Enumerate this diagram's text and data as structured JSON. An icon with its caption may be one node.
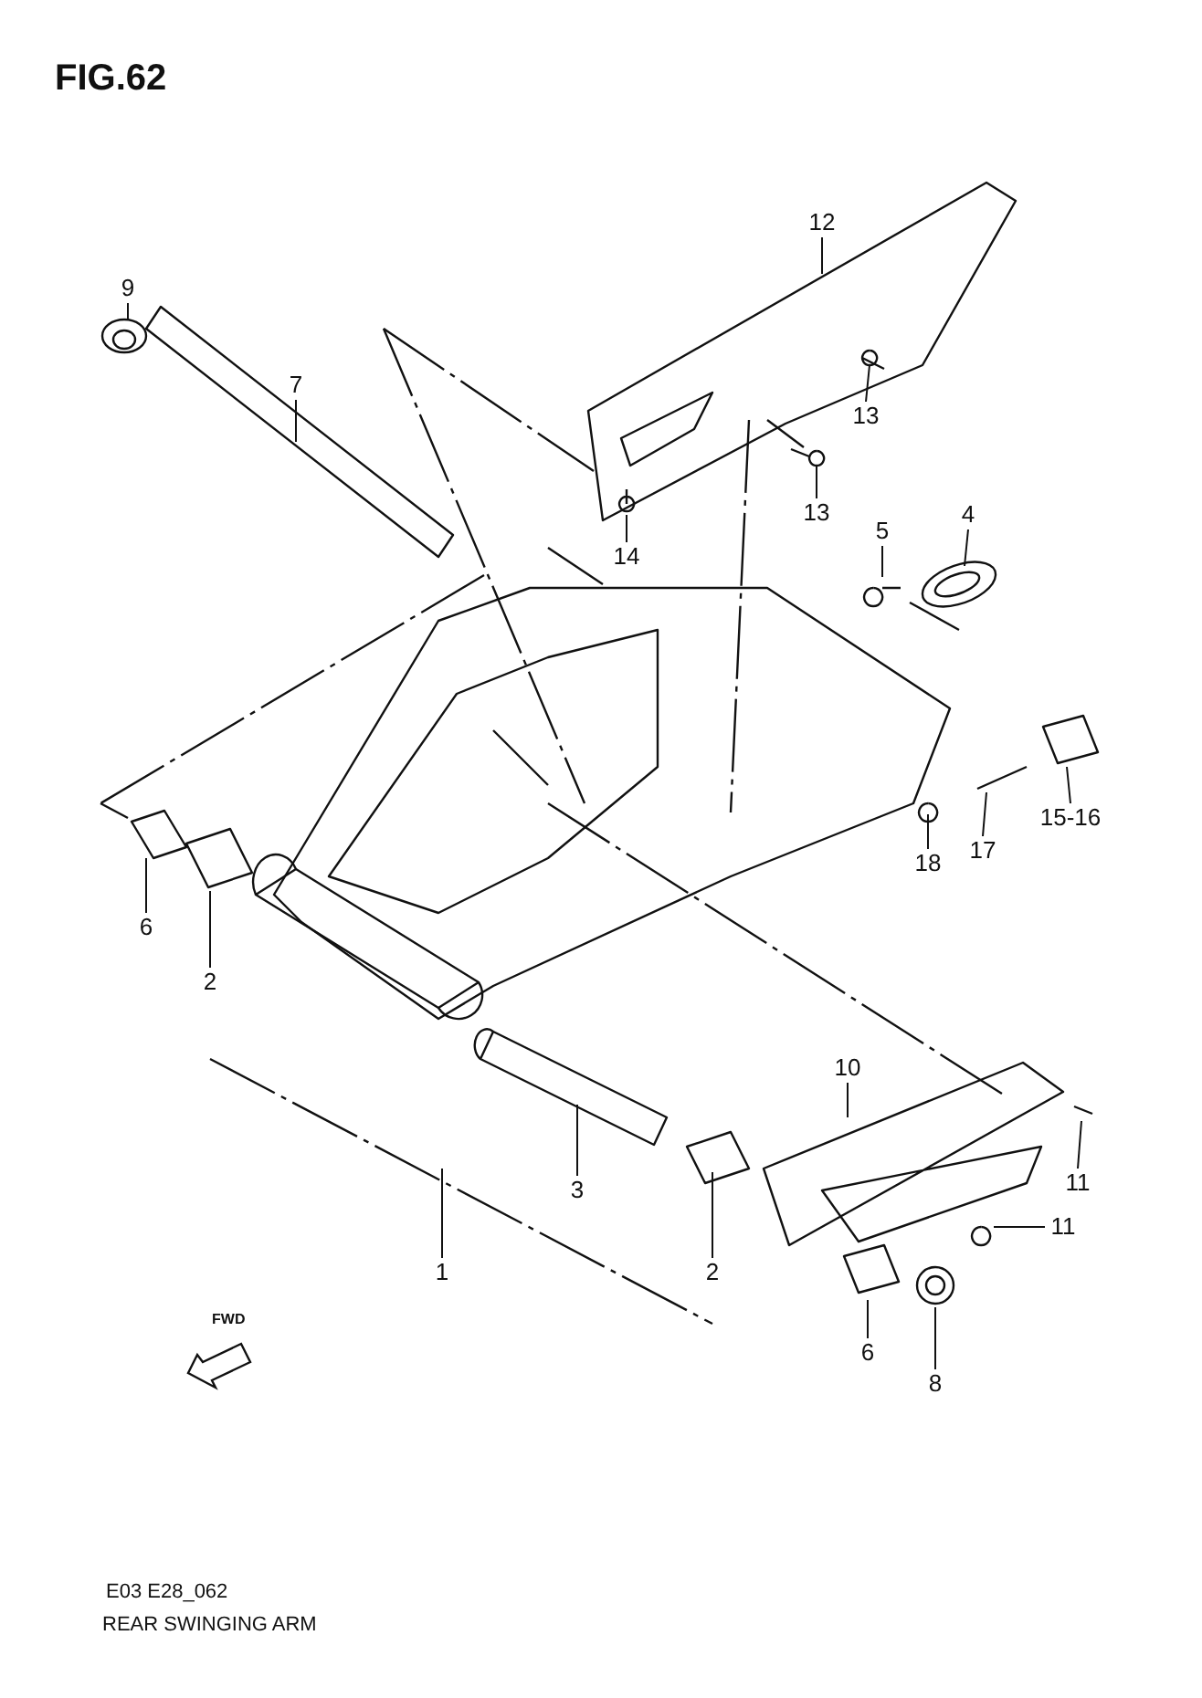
{
  "diagram": {
    "title": "FIG.62",
    "caption": "REAR SWINGING ARM",
    "nodes": [
      {
        "text": [
          "9"
        ]
      },
      {
        "text": [
          "7"
        ]
      },
      {
        "text": [
          "12"
        ]
      },
      {
        "text": [
          "13"
        ]
      },
      {
        "text": [
          "13"
        ]
      },
      {
        "text": [
          "14"
        ]
      },
      {
        "text": [
          "5"
        ]
      },
      {
        "text": [
          "4"
        ]
      },
      {
        "text": [
          "6"
        ]
      },
      {
        "text": [
          "18"
        ]
      },
      {
        "text": [
          "17"
        ]
      },
      {
        "text": [
          "15-16"
        ]
      },
      {
        "text": [
          "2"
        ]
      },
      {
        "text": [
          "10"
        ]
      },
      {
        "text": [
          "11"
        ]
      },
      {
        "text": [
          "3"
        ]
      },
      {
        "text": [
          "1"
        ]
      },
      {
        "text": [
          "11"
        ]
      },
      {
        "text": [
          "2"
        ]
      },
      {
        "text": [
          "6"
        ]
      },
      {
        "text": [
          "8"
        ]
      }
    ],
    "edges": [
      {
        "from": 0,
        "to": null,
        "arrow": "none"
      },
      {
        "from": 1,
        "to": null,
        "arrow": "none"
      },
      {
        "from": 2,
        "to": null,
        "arrow": "none"
      },
      {
        "from": 3,
        "to": null,
        "arrow": "none"
      },
      {
        "from": 4,
        "to": null,
        "arrow": "none"
      },
      {
        "from": 5,
        "to": null,
        "arrow": "none"
      },
      {
        "from": 6,
        "to": null,
        "arrow": "none"
      },
      {
        "from": 7,
        "to": null,
        "arrow": "none"
      },
      {
        "from": 8,
        "to": null,
        "arrow": "none"
      },
      {
        "from": 9,
        "to": null,
        "arrow": "none"
      },
      {
        "from": 10,
        "to": null,
        "arrow": "none"
      },
      {
        "from": 11,
        "to": null,
        "arrow": "none"
      },
      {
        "from": 12,
        "to": null,
        "arrow": "none"
      },
      {
        "from": 13,
        "to": null,
        "arrow": "none"
      },
      {
        "from": 14,
        "to": null,
        "arrow": "none"
      },
      {
        "from": 15,
        "to": null,
        "arrow": "none"
      },
      {
        "from": 16,
        "to": null,
        "arrow": "none"
      },
      {
        "from": 17,
        "to": null,
        "arrow": "none"
      },
      {
        "from": 18,
        "to": null,
        "arrow": "none"
      },
      {
        "from": 19,
        "to": null,
        "arrow": "none"
      },
      {
        "from": 20,
        "to": null,
        "arrow": "none"
      }
    ],
    "labels": [
      "FWD",
      "E03 E28_062"
    ]
  }
}
